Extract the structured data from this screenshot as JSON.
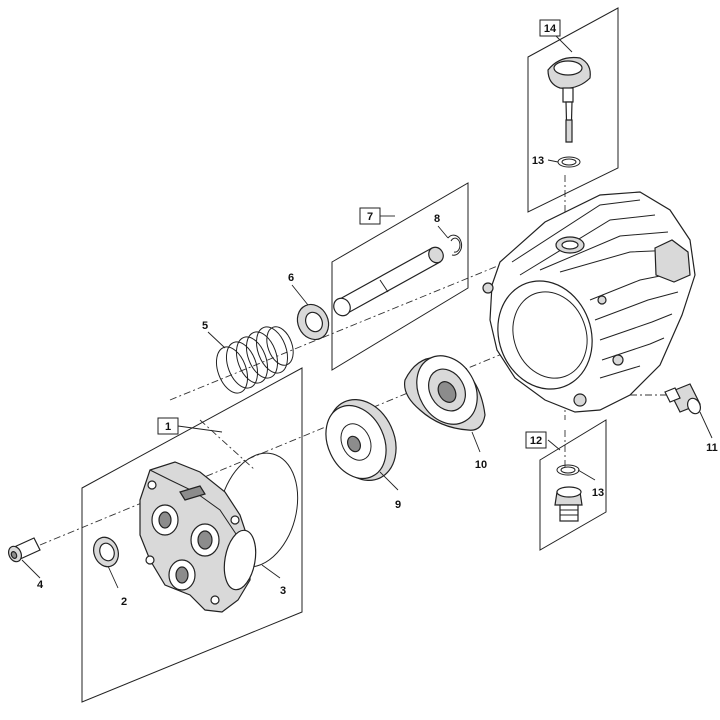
{
  "part_callouts": {
    "c1": "1",
    "c2": "2",
    "c3": "3",
    "c4": "4",
    "c5": "5",
    "c6": "6",
    "c7": "7",
    "c8": "8",
    "c9": "9",
    "c10": "10",
    "c11": "11",
    "c12": "12",
    "c13a": "13",
    "c13b": "13",
    "c14": "14"
  }
}
